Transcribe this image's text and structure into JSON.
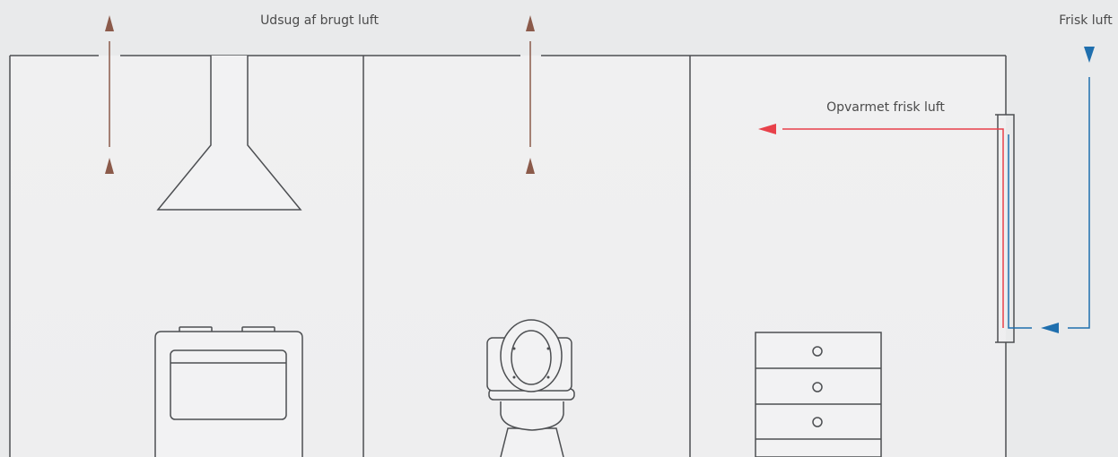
{
  "labels": {
    "exhaust": "Udsug af brugt luft",
    "fresh_air": "Frisk luft",
    "heated_fresh_air": "Opvarmet frisk luft"
  },
  "colors": {
    "background": "#e9eaeb",
    "room": "#eeeeef",
    "line": "#4d4f52",
    "exhaust_arrow": "#8b5a4a",
    "fresh_arrow": "#1f6fae",
    "heated_arrow": "#e8414a"
  },
  "rooms": [
    "kitchen",
    "bathroom",
    "bedroom"
  ],
  "icons": [
    "range-hood-icon",
    "stove-icon",
    "toilet-icon",
    "dresser-icon",
    "wall-vent-icon"
  ]
}
